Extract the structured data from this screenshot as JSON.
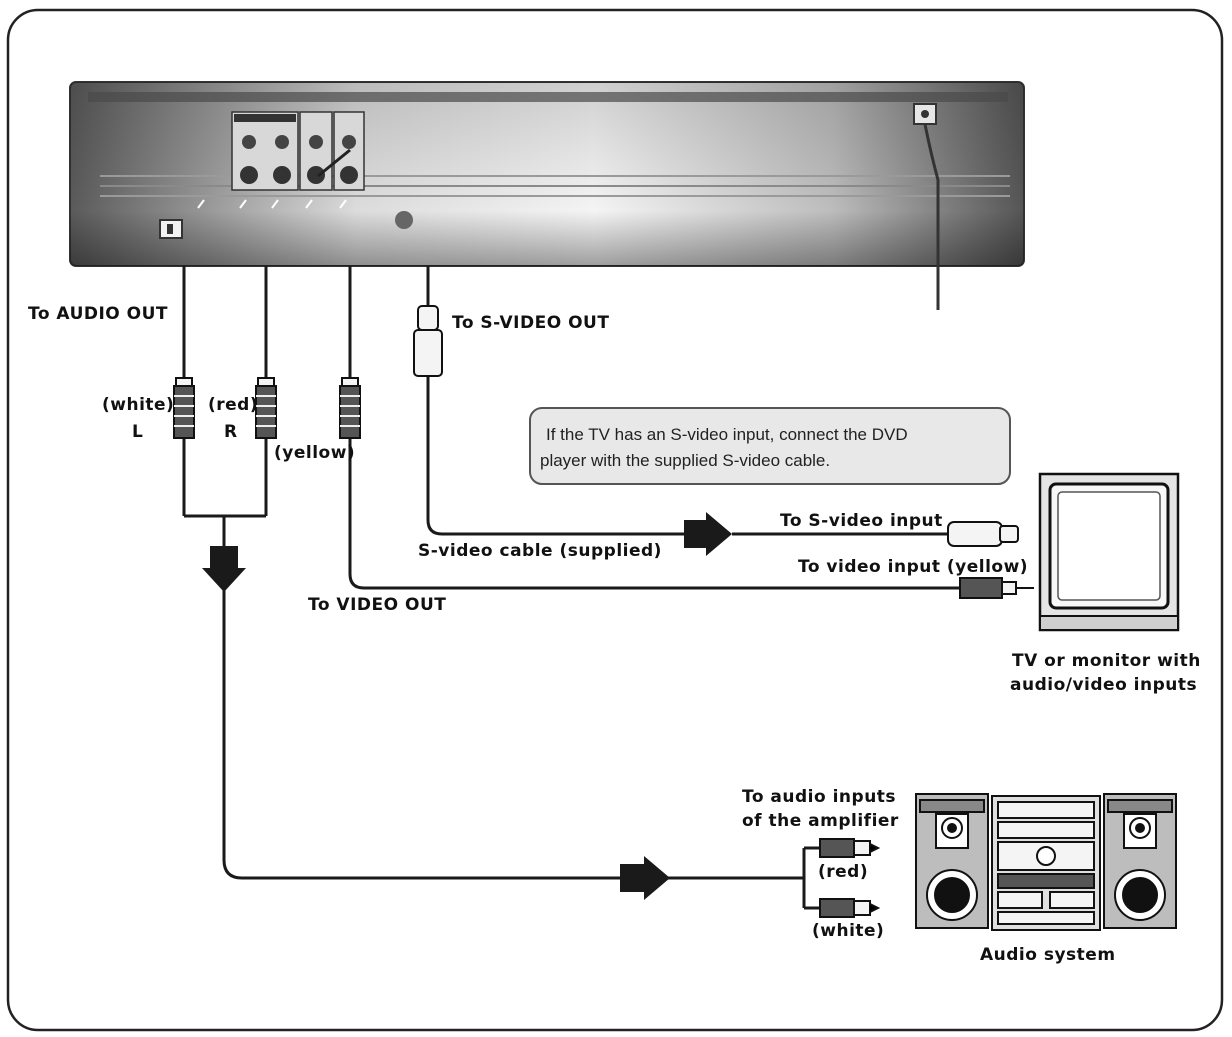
{
  "labels": {
    "audio_out": "To AUDIO OUT",
    "svideo_out": "To S-VIDEO OUT",
    "white": "(white)",
    "left": "L",
    "red": "(red)",
    "right": "R",
    "yellow": "(yellow)",
    "note_line1": "If the TV has an S-video input, connect the DVD",
    "note_line2": "player with the supplied S-video cable.",
    "svideo_input": "To S-video input",
    "svideo_cable": "S-video cable (supplied)",
    "video_input": "To video input (yellow)",
    "video_out": "To VIDEO OUT",
    "tv_line1": "TV or monitor with",
    "tv_line2": "audio/video inputs",
    "amp_line1": "To audio inputs",
    "amp_line2": "of the amplifier",
    "amp_red": "(red)",
    "amp_white": "(white)",
    "audio_system": "Audio system"
  },
  "colors": {
    "panel": "#6e6e6e",
    "panel_dark": "#3a3a3a",
    "cable": "#1a1a1a",
    "note_bg": "#e8e8e8"
  }
}
